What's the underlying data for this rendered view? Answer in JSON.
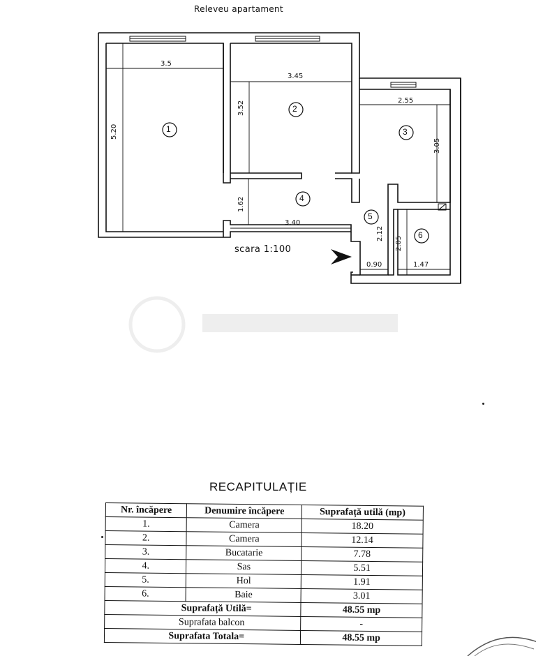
{
  "plan": {
    "title": "Releveu apartament",
    "scale": "scara 1:100",
    "dimensions": {
      "d1_width": "3.5",
      "d1_height": "5.20",
      "d2_width": "3.45",
      "d2_height": "3.52",
      "d3_width": "2.55",
      "d3_height": "3.05",
      "d4_width": "3.40",
      "d4_height": "1.62",
      "d5_height": "2.12",
      "d5_width": "0.90",
      "d6_height": "2.05",
      "d6_width": "1.47"
    },
    "rooms": [
      "1",
      "2",
      "3",
      "4",
      "5",
      "6"
    ]
  },
  "recap": {
    "title": "RECAPITULAȚIE",
    "headers": [
      "Nr. încăpere",
      "Denumire încăpere",
      "Suprafață utilă (mp)"
    ],
    "rows": [
      [
        "1.",
        "Camera",
        "18.20"
      ],
      [
        "2.",
        "Camera",
        "12.14"
      ],
      [
        "3.",
        "Bucatarie",
        "7.78"
      ],
      [
        "4.",
        "Sas",
        "5.51"
      ],
      [
        "5.",
        "Hol",
        "1.91"
      ],
      [
        "6.",
        "Baie",
        "3.01"
      ]
    ],
    "suprafata_utila_label": "Suprafață Utilă=",
    "suprafata_utila_value": "48.55   mp",
    "balcon_label": "Suprafata balcon",
    "balcon_value": "-",
    "totala_label": "Suprafata Totala=",
    "totala_value": "48.55 mp"
  }
}
